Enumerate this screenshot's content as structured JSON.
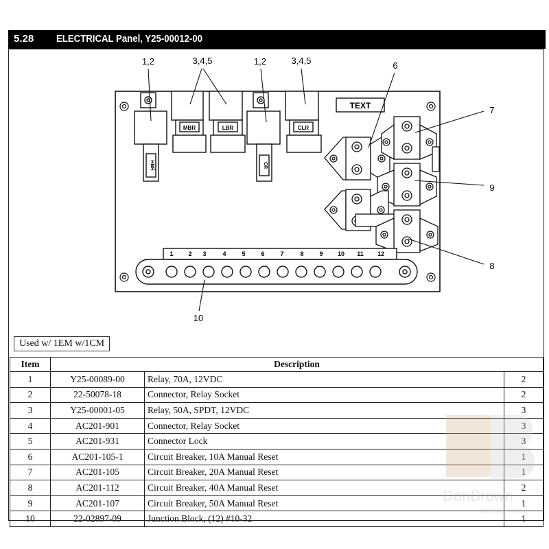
{
  "header": {
    "section_number": "5.28",
    "title": "ELECTRICAL Panel, Y25-00012-00"
  },
  "diagram": {
    "callouts": {
      "relay_left": "1,2",
      "connector_left": "3,4,5",
      "relay_right": "1,2",
      "connector_right": "3,4,5",
      "breaker_6": "6",
      "breaker_7": "7",
      "breaker_9": "9",
      "breaker_8": "8",
      "junction_10": "10"
    },
    "labels": {
      "hbr": "HBR",
      "mbr": "MBR",
      "lbr": "LBR",
      "cr": "CR",
      "clr": "CLR",
      "text_box": "TEXT"
    },
    "terminal_numbers": [
      "1",
      "2",
      "3",
      "4",
      "5",
      "6",
      "7",
      "8",
      "9",
      "10",
      "11",
      "12"
    ],
    "used_with": "Used w/ 1EM w/1CM"
  },
  "table": {
    "headers": {
      "item": "Item",
      "description": "Description"
    },
    "rows": [
      {
        "item": "1",
        "part": "Y25-00089-00",
        "description": "Relay, 70A, 12VDC",
        "qty": "2"
      },
      {
        "item": "2",
        "part": "22-50078-18",
        "description": "Connector, Relay Socket",
        "qty": "2"
      },
      {
        "item": "3",
        "part": "Y25-00001-05",
        "description": "Relay, 50A, SPDT, 12VDC",
        "qty": "3"
      },
      {
        "item": "4",
        "part": "AC201-901",
        "description": "Connector, Relay Socket",
        "qty": "3"
      },
      {
        "item": "5",
        "part": "AC201-931",
        "description": "Connector Lock",
        "qty": "3"
      },
      {
        "item": "6",
        "part": "AC201-105-1",
        "description": "Circuit Breaker, 10A Manual Reset",
        "qty": "1"
      },
      {
        "item": "7",
        "part": "AC201-105",
        "description": "Circuit Breaker, 20A Manual Reset",
        "qty": "1"
      },
      {
        "item": "8",
        "part": "AC201-112",
        "description": "Circuit Breaker, 40A Manual Reset",
        "qty": "2"
      },
      {
        "item": "9",
        "part": "AC201-107",
        "description": "Circuit Breaker, 50A Manual Reset",
        "qty": "1"
      },
      {
        "item": "10",
        "part": "22-02897-09",
        "description": "Junction Block, (12) #10-32",
        "qty": "1"
      }
    ]
  },
  "watermark": {
    "brand_text": "DonBrown",
    "brand_subtext": "BUS SALES INC"
  }
}
